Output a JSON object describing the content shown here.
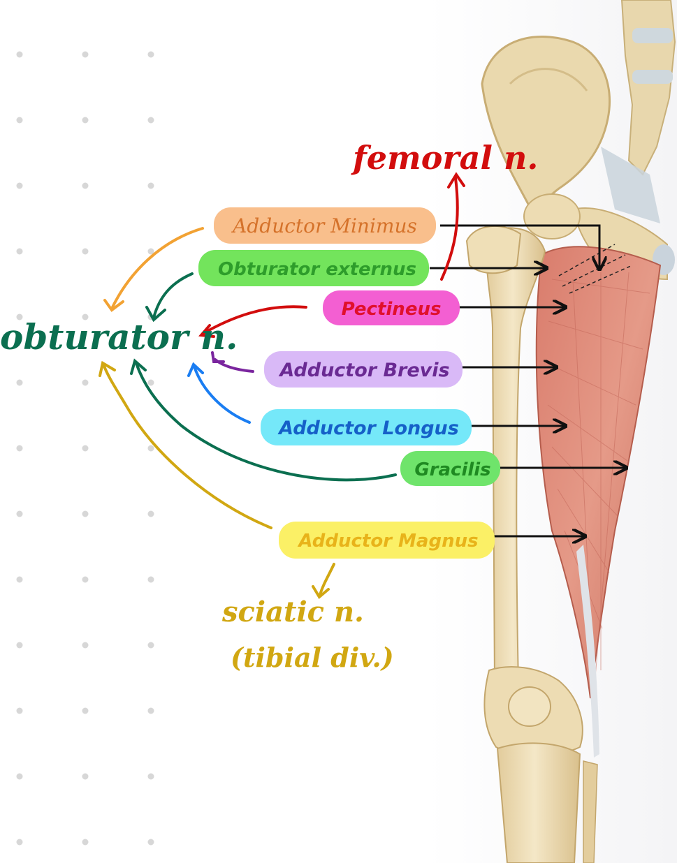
{
  "labels": {
    "adductor_minimus": "Adductor Minimus",
    "obturator_externus": "Obturator externus",
    "pectineus": "Pectineus",
    "adductor_brevis": "Adductor Brevis",
    "adductor_longus": "Adductor Longus",
    "gracilis": "Gracilis",
    "adductor_magnus": "Adductor Magnus"
  },
  "nerves": {
    "obturator": "obturator n.",
    "femoral": "femoral n.",
    "sciatic": "sciatic n.",
    "sciatic_division": "(tibial div.)"
  },
  "colors": {
    "minimus": "#f9bf8c",
    "externus": "#73e45c",
    "pectineus": "#f35fd2",
    "brevis": "#d9b9f7",
    "longus": "#75e8f9",
    "gracilis": "#6fe46b",
    "magnus": "#fbf066",
    "obturator_ink": "#0b6f50",
    "femoral_ink": "#d20d0d",
    "sciatic_ink": "#d1a712"
  }
}
